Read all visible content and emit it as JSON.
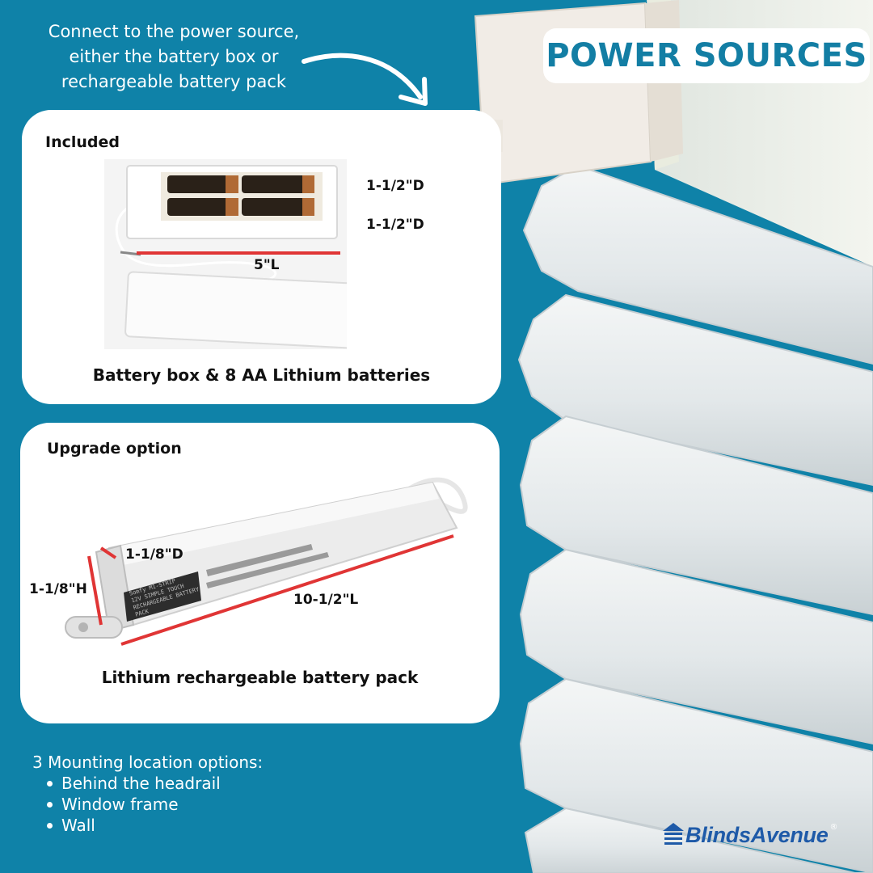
{
  "intro_text": [
    "Connect to the power source,",
    "either the battery box or",
    "rechargeable battery pack"
  ],
  "title": "POWER SOURCES",
  "included": {
    "heading": "Included",
    "caption": "Battery box & 8 AA Lithium batteries",
    "dims": {
      "depth_top": "1-1/2\"D",
      "depth_bottom": "1-1/2\"D",
      "length": "5\"L"
    }
  },
  "upgrade": {
    "heading": "Upgrade option",
    "caption": "Lithium rechargeable battery pack",
    "label_text": [
      "Somfy M1-STRIP",
      "12V SIMPLE TOUCH",
      "RECHARGEABLE BATTERY PACK"
    ],
    "dims": {
      "depth": "1-1/8\"D",
      "height": "1-1/8\"H",
      "length": "10-1/2\"L"
    }
  },
  "mounting": {
    "heading": "3 Mounting location options:",
    "options": [
      "Behind the headrail",
      "Window frame",
      "Wall"
    ]
  },
  "logo": {
    "text": "BlindsAvenue",
    "mark": "®"
  },
  "icons": {
    "arrow": "curved-arrow-icon",
    "logo": "house-logo-icon"
  },
  "colors": {
    "background": "#0f82a8",
    "title_text": "#137ea4",
    "dimension_arrow": "#e03535",
    "logo": "#1e5aa8"
  }
}
